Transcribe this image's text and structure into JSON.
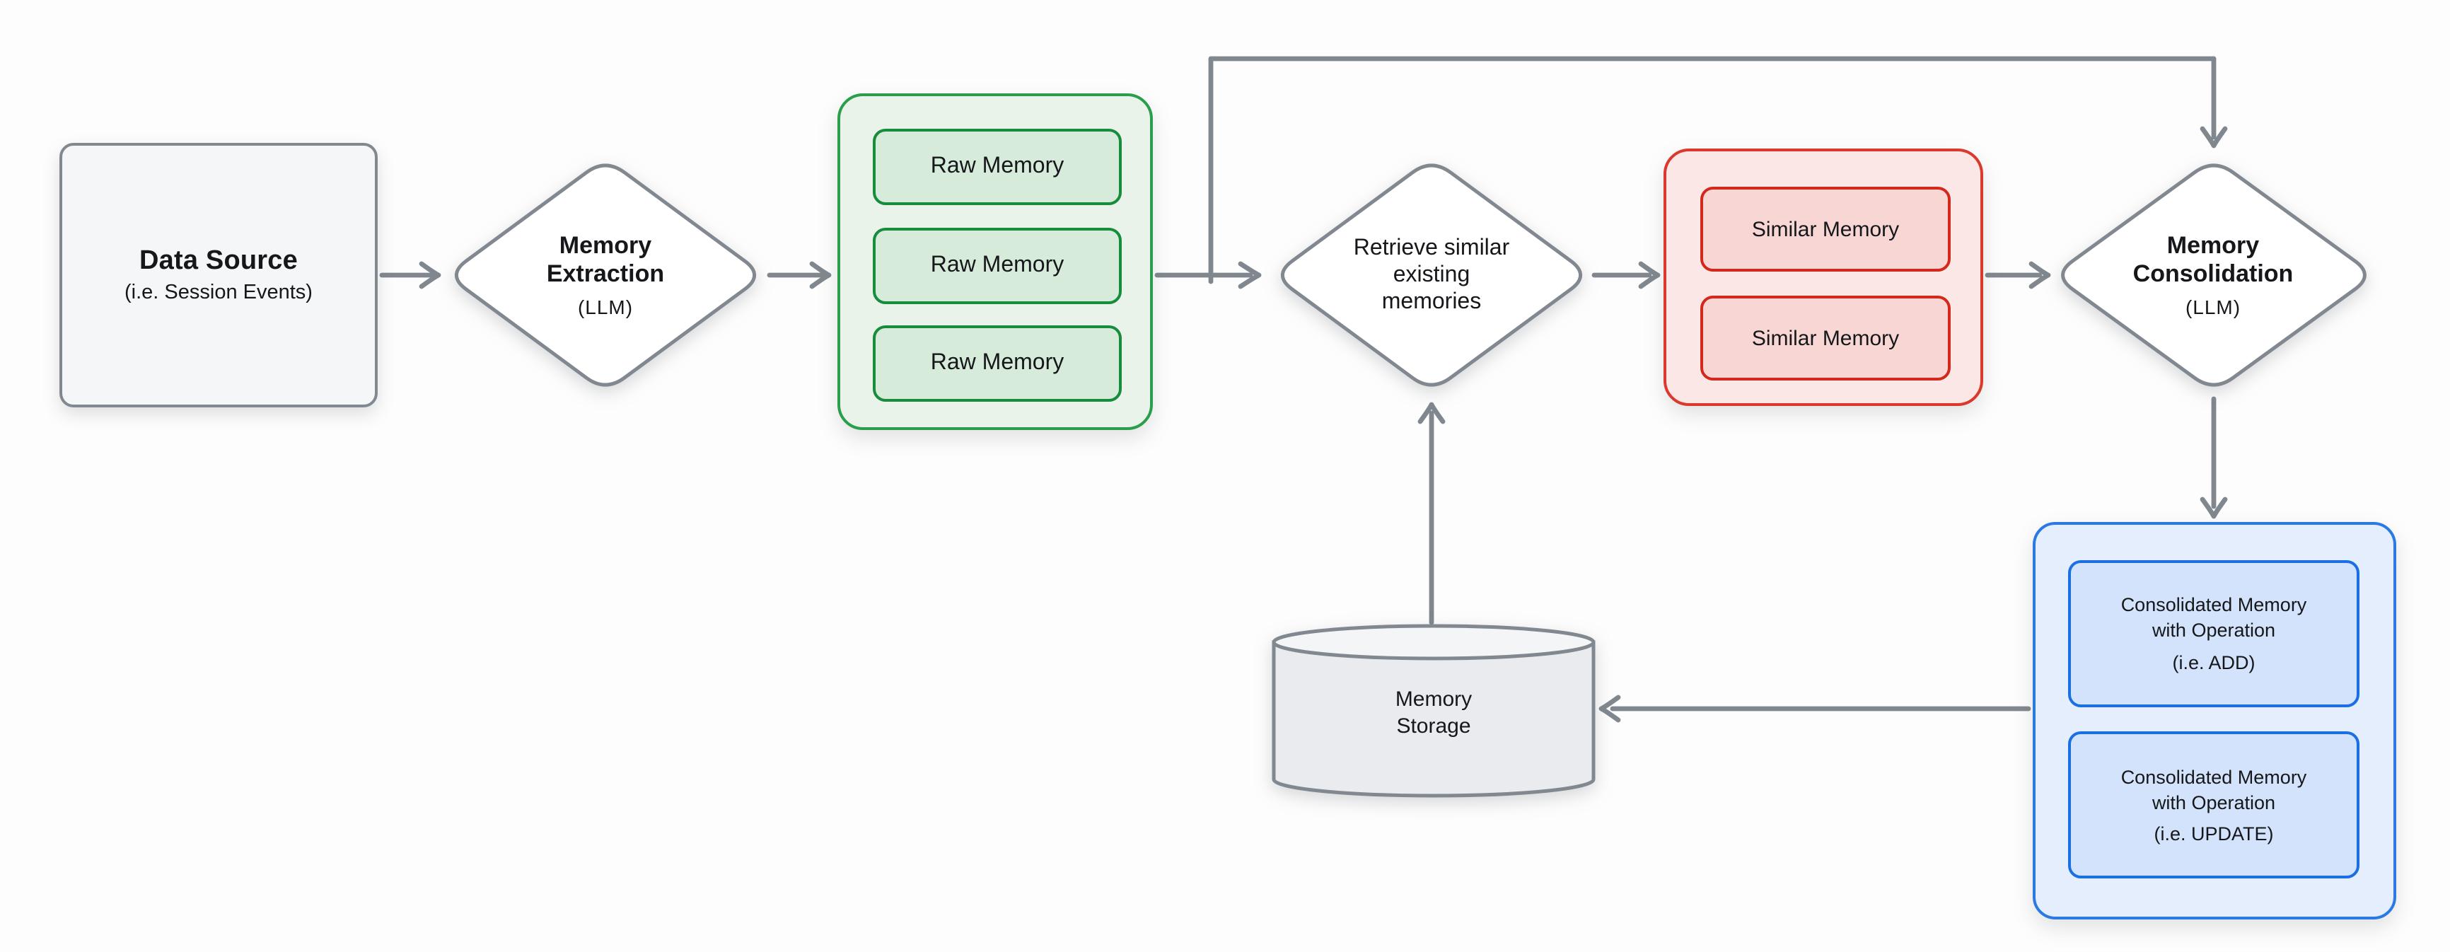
{
  "diagram": {
    "background": "#fdfdfd",
    "colors": {
      "connector_gray": "#81878e",
      "node_border_gray": "#82888f",
      "node_fill_gray": "#f5f6f7",
      "cylinder_fill": "#e9ebee",
      "green_border": "#2b9e4e",
      "green_fill": "#e9f3ea",
      "green_chip_border": "#188c3d",
      "green_chip_fill": "#d7ebda",
      "red_border": "#da392c",
      "red_fill": "#fae7e6",
      "red_chip_border": "#d3291c",
      "red_chip_fill": "#f8d6d4",
      "blue_border": "#2b79e3",
      "blue_fill": "#e5eefc",
      "blue_chip_border": "#1a6fe3",
      "blue_chip_fill": "#d3e3fb",
      "text": "#15171a"
    },
    "nodes": {
      "data_source": {
        "title": "Data Source",
        "subtitle": "(i.e. Session Events)"
      },
      "memory_extraction": {
        "title": "Memory\nExtraction",
        "subtitle": "(LLM)"
      },
      "raw_memories": {
        "items": [
          "Raw Memory",
          "Raw Memory",
          "Raw Memory"
        ]
      },
      "retrieve": {
        "title": "Retrieve similar\nexisting\nmemories"
      },
      "similar_memories": {
        "items": [
          "Similar Memory",
          "Similar Memory"
        ]
      },
      "memory_consolidation": {
        "title": "Memory\nConsolidation",
        "subtitle": "(LLM)"
      },
      "consolidated_memories": {
        "items": [
          {
            "title": "Consolidated Memory\nwith Operation",
            "subtitle": "(i.e. ADD)"
          },
          {
            "title": "Consolidated Memory\nwith Operation",
            "subtitle": "(i.e. UPDATE)"
          }
        ]
      },
      "memory_storage": {
        "title": "Memory\nStorage"
      }
    }
  }
}
